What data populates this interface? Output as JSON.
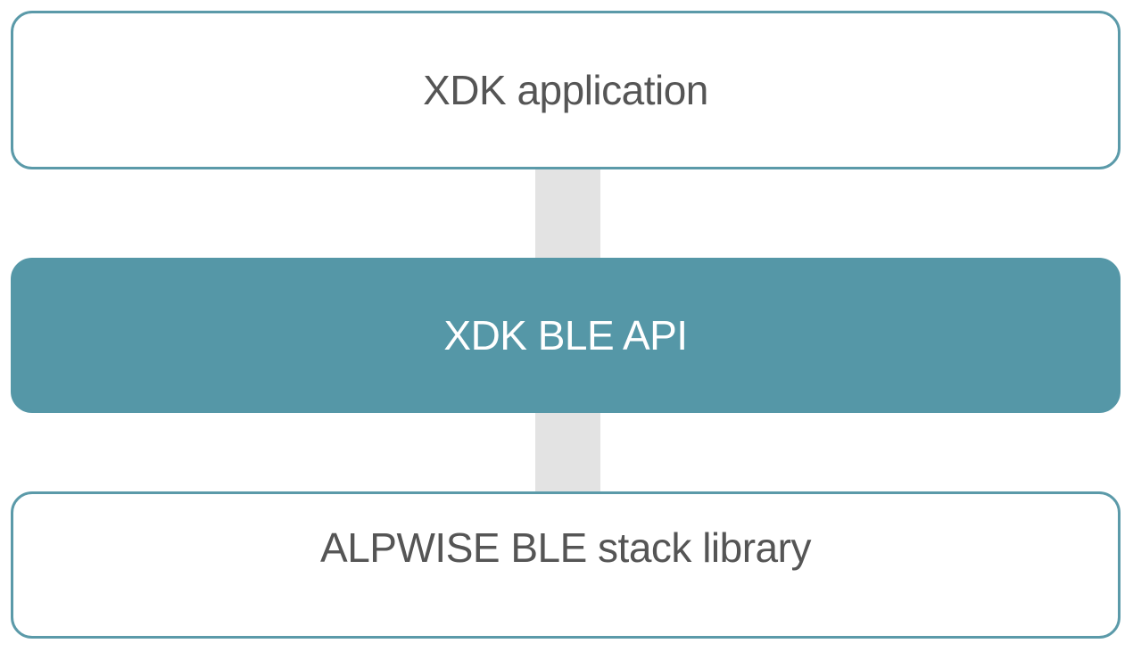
{
  "diagram": {
    "layers": [
      {
        "label": "XDK application",
        "style": "outline"
      },
      {
        "label": "XDK BLE API",
        "style": "filled"
      },
      {
        "label": "ALPWISE BLE stack library",
        "style": "outline"
      }
    ],
    "colors": {
      "accent": "#5597a7",
      "border": "#5b9aa9",
      "connector": "#e3e3e3",
      "text": "#555555",
      "text_on_accent": "#ffffff"
    }
  }
}
